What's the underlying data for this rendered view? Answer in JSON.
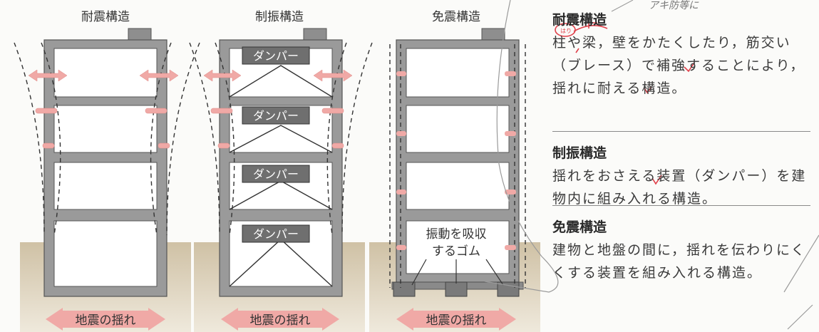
{
  "structures": [
    {
      "title": "耐震構造",
      "ground_label": "地震の揺れ"
    },
    {
      "title": "制振構造",
      "ground_label": "地震の揺れ",
      "damper_label": "ダンパー"
    },
    {
      "title": "免震構造",
      "ground_label": "地震の揺れ",
      "rubber_label_line1": "振動を吸収",
      "rubber_label_line2": "するゴム"
    }
  ],
  "descriptions": [
    {
      "heading": "耐震構造",
      "body": "柱や梁，壁をかたくしたり，筋交い（ブレース）で補強することにより，揺れに耐える構造。"
    },
    {
      "heading": "制振構造",
      "body": "揺れをおさえる装置（ダンパー）を建物内に組み入れる構造。"
    },
    {
      "heading": "免震構造",
      "body": "建物と地盤の間に，揺れを伝わりにくくする装置を組み入れる構造。"
    }
  ],
  "handwriting": {
    "ruby": "はり",
    "note": "アキ防等に"
  },
  "colors": {
    "frame": "#9a9a9a",
    "frame_dark": "#7a7a7a",
    "ground": "#d8cbb3",
    "ground_edge": "#c9b896",
    "arrow_pink": "#f0a9a6",
    "arrow_pink_dark": "#e88f8c",
    "damper": "#6f6f6f",
    "text": "#2f2f2f",
    "handwriting_red": "#e0404a",
    "pencil": "#777777"
  }
}
